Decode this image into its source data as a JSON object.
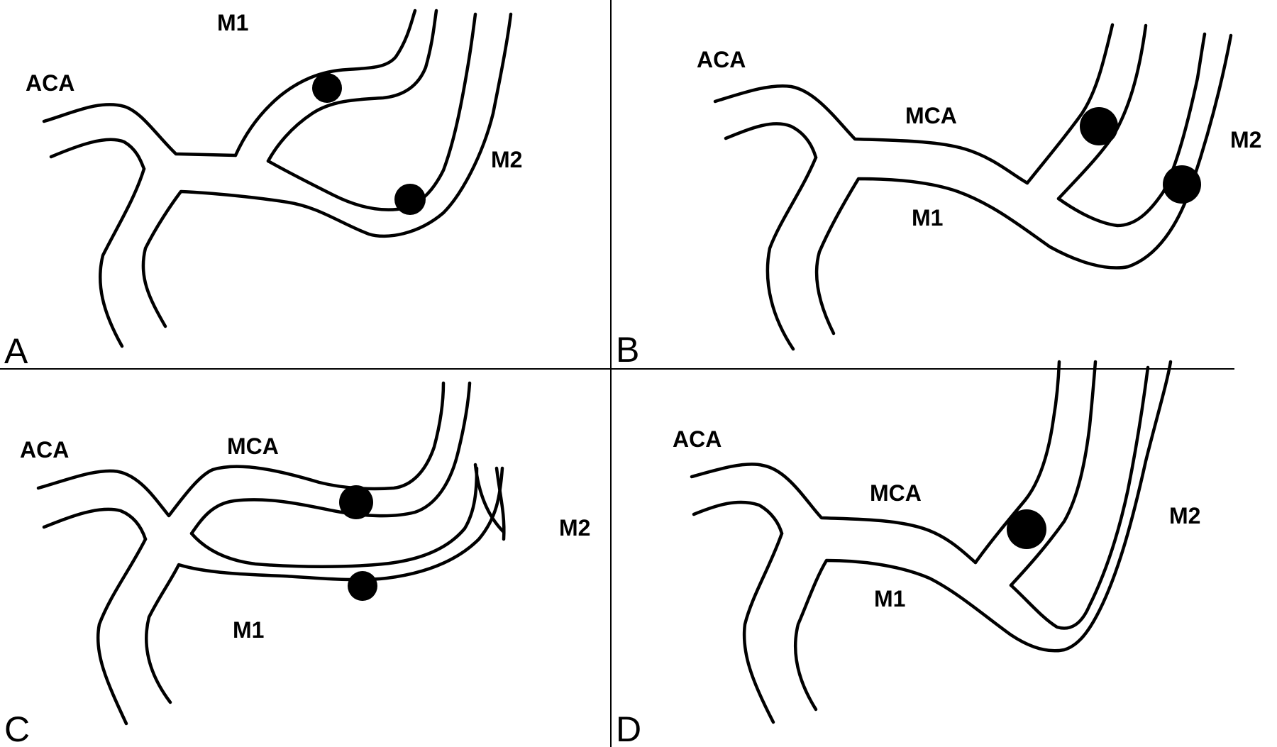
{
  "panels": {
    "A": {
      "letter": "A",
      "labels": {
        "aca": "ACA",
        "m1": "M1",
        "m2": "M2"
      }
    },
    "B": {
      "letter": "B",
      "labels": {
        "aca": "ACA",
        "mca": "MCA",
        "m1": "M1",
        "m2": "M2"
      }
    },
    "C": {
      "letter": "C",
      "labels": {
        "aca": "ACA",
        "mca": "MCA",
        "m1": "M1",
        "m2": "M2"
      }
    },
    "D": {
      "letter": "D",
      "labels": {
        "aca": "ACA",
        "mca": "MCA",
        "m1": "M1",
        "m2": "M2"
      }
    }
  },
  "colors": {
    "ink": "#000000",
    "background": "#ffffff"
  }
}
